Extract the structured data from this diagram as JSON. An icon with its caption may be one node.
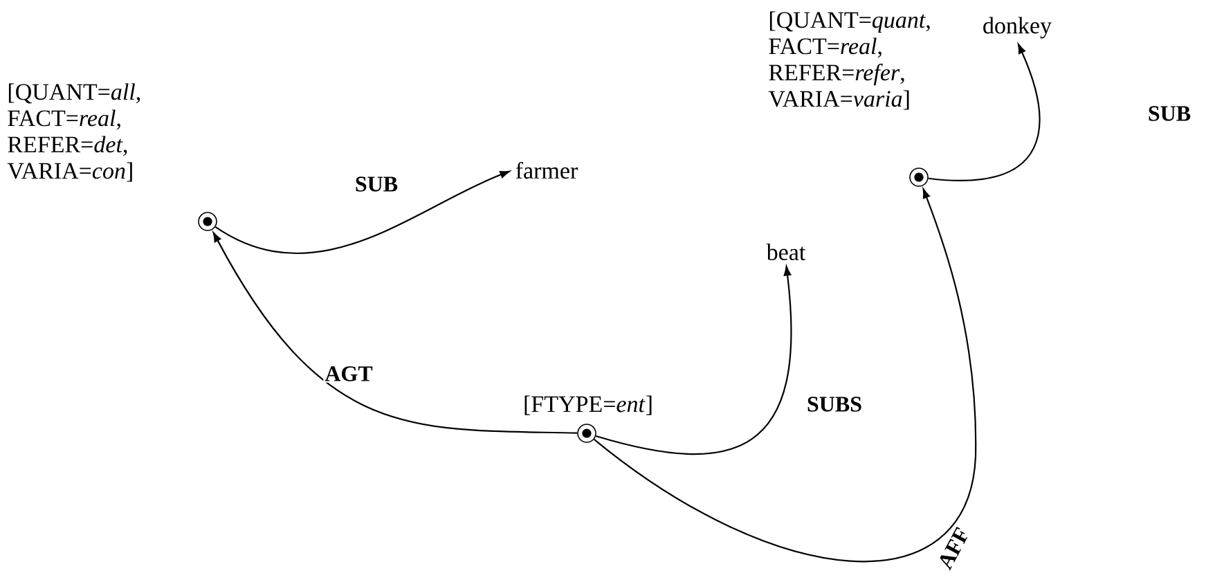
{
  "diagram": {
    "nodes": [
      {
        "text": [],
        "shape": "circle",
        "beside": [
          "[QUANT=*all*, FACT=*real*, REFER=*det*, VARIA=*con*]"
        ]
      },
      {
        "text": [
          "farmer"
        ]
      },
      {
        "text": [],
        "shape": "circle",
        "beside": [
          "[FTYPE=*ent*]"
        ]
      },
      {
        "text": [
          "beat"
        ]
      },
      {
        "text": [],
        "shape": "circle",
        "beside": [
          "[QUANT=*quant*, FACT=*real*, REFER=*refer*, VARIA=*varia*]"
        ]
      },
      {
        "text": [
          "donkey"
        ]
      }
    ],
    "edges": [
      {
        "from": 0,
        "to": 1,
        "arrow": "to",
        "label": "SUB"
      },
      {
        "from": 2,
        "to": 0,
        "arrow": "to",
        "label": "AGT"
      },
      {
        "from": 2,
        "to": 3,
        "arrow": "to",
        "label": "SUBS"
      },
      {
        "from": 2,
        "to": 4,
        "arrow": "to",
        "label": "AFF"
      },
      {
        "from": 4,
        "to": 5,
        "arrow": "to",
        "label": "SUB"
      }
    ]
  }
}
